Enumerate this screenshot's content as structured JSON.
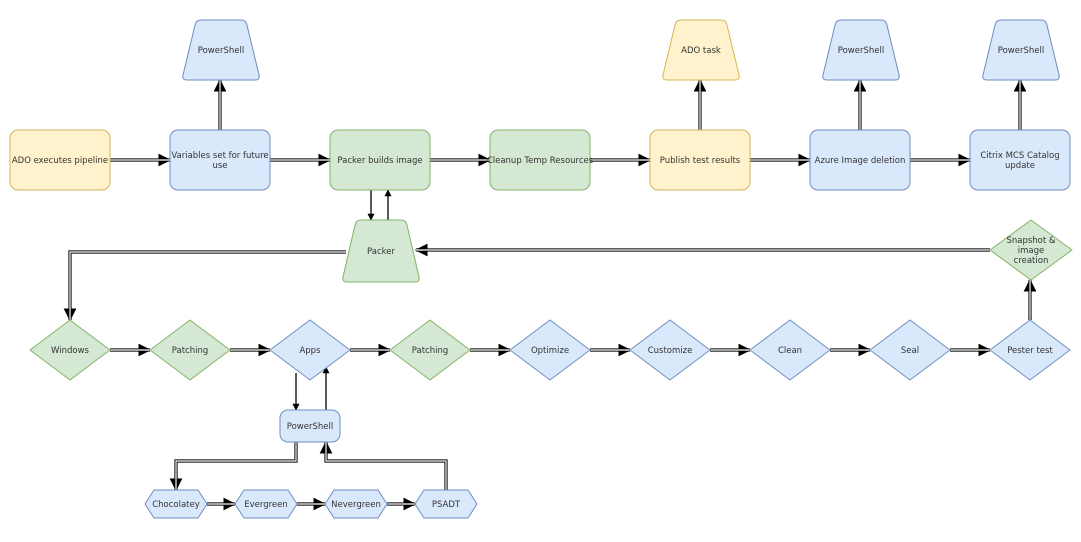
{
  "colors": {
    "yellow_fill": "#fff2cc",
    "yellow_stroke": "#d6b656",
    "blue_fill": "#dae8fc",
    "blue_stroke": "#6c8ebf",
    "green_fill": "#d5e8d4",
    "green_stroke": "#82b366"
  },
  "nodes": [
    {
      "id": "ado-executes",
      "text": "ADO executes pipeline",
      "shape": "rect",
      "color": "yellow"
    },
    {
      "id": "variables-set",
      "text": "Variables set for future use",
      "shape": "rect",
      "color": "blue"
    },
    {
      "id": "packer-builds",
      "text": "Packer builds image",
      "shape": "rect",
      "color": "green"
    },
    {
      "id": "cleanup",
      "text": "Cleanup Temp Resources",
      "shape": "rect",
      "color": "green"
    },
    {
      "id": "publish-test",
      "text": "Publish test results",
      "shape": "rect",
      "color": "yellow"
    },
    {
      "id": "azure-deletion",
      "text": "Azure Image deletion",
      "shape": "rect",
      "color": "blue"
    },
    {
      "id": "citrix-mcs",
      "text": "Citrix MCS Catalog update",
      "shape": "rect",
      "color": "blue"
    },
    {
      "id": "ps-variables",
      "text": "PowerShell",
      "shape": "trapezoid",
      "color": "blue"
    },
    {
      "id": "ado-task",
      "text": "ADO task",
      "shape": "trapezoid",
      "color": "yellow"
    },
    {
      "id": "ps-azure",
      "text": "PowerShell",
      "shape": "trapezoid",
      "color": "blue"
    },
    {
      "id": "ps-citrix",
      "text": "PowerShell",
      "shape": "trapezoid",
      "color": "blue"
    },
    {
      "id": "packer",
      "text": "Packer",
      "shape": "trapezoid",
      "color": "green"
    },
    {
      "id": "snapshot",
      "text": "Snapshot & image creation",
      "shape": "diamond",
      "color": "green"
    },
    {
      "id": "windows",
      "text": "Windows",
      "shape": "diamond",
      "color": "green"
    },
    {
      "id": "patching-1",
      "text": "Patching",
      "shape": "diamond",
      "color": "green"
    },
    {
      "id": "apps",
      "text": "Apps",
      "shape": "diamond",
      "color": "blue"
    },
    {
      "id": "patching-2",
      "text": "Patching",
      "shape": "diamond",
      "color": "green"
    },
    {
      "id": "optimize",
      "text": "Optimize",
      "shape": "diamond",
      "color": "blue"
    },
    {
      "id": "customize",
      "text": "Customize",
      "shape": "diamond",
      "color": "blue"
    },
    {
      "id": "clean",
      "text": "Clean",
      "shape": "diamond",
      "color": "blue"
    },
    {
      "id": "seal",
      "text": "Seal",
      "shape": "diamond",
      "color": "blue"
    },
    {
      "id": "pester",
      "text": "Pester test",
      "shape": "diamond",
      "color": "blue"
    },
    {
      "id": "ps-apps",
      "text": "PowerShell",
      "shape": "rect",
      "color": "blue"
    },
    {
      "id": "chocolatey",
      "text": "Chocolatey",
      "shape": "hexagon",
      "color": "blue"
    },
    {
      "id": "evergreen",
      "text": "Evergreen",
      "shape": "hexagon",
      "color": "blue"
    },
    {
      "id": "nevergreen",
      "text": "Nevergreen",
      "shape": "hexagon",
      "color": "blue"
    },
    {
      "id": "psadt",
      "text": "PSADT",
      "shape": "hexagon",
      "color": "blue"
    }
  ],
  "edges": [
    {
      "from": "ado-executes",
      "to": "variables-set",
      "style": "double"
    },
    {
      "from": "variables-set",
      "to": "ps-variables",
      "style": "double"
    },
    {
      "from": "variables-set",
      "to": "packer-builds",
      "style": "double"
    },
    {
      "from": "packer-builds",
      "to": "cleanup",
      "style": "double"
    },
    {
      "from": "cleanup",
      "to": "publish-test",
      "style": "double"
    },
    {
      "from": "publish-test",
      "to": "ado-task",
      "style": "double"
    },
    {
      "from": "publish-test",
      "to": "azure-deletion",
      "style": "double"
    },
    {
      "from": "azure-deletion",
      "to": "ps-azure",
      "style": "double"
    },
    {
      "from": "azure-deletion",
      "to": "citrix-mcs",
      "style": "double"
    },
    {
      "from": "citrix-mcs",
      "to": "ps-citrix",
      "style": "double"
    },
    {
      "from": "packer-builds",
      "to": "packer",
      "style": "single"
    },
    {
      "from": "packer",
      "to": "packer-builds",
      "style": "single"
    },
    {
      "from": "snapshot",
      "to": "packer",
      "style": "double"
    },
    {
      "from": "packer",
      "to": "windows",
      "style": "double"
    },
    {
      "from": "windows",
      "to": "patching-1",
      "style": "double"
    },
    {
      "from": "patching-1",
      "to": "apps",
      "style": "double"
    },
    {
      "from": "apps",
      "to": "patching-2",
      "style": "double"
    },
    {
      "from": "patching-2",
      "to": "optimize",
      "style": "double"
    },
    {
      "from": "optimize",
      "to": "customize",
      "style": "double"
    },
    {
      "from": "customize",
      "to": "clean",
      "style": "double"
    },
    {
      "from": "clean",
      "to": "seal",
      "style": "double"
    },
    {
      "from": "seal",
      "to": "pester",
      "style": "double"
    },
    {
      "from": "pester",
      "to": "snapshot",
      "style": "double"
    },
    {
      "from": "apps",
      "to": "ps-apps",
      "style": "single"
    },
    {
      "from": "ps-apps",
      "to": "apps",
      "style": "single"
    },
    {
      "from": "ps-apps",
      "to": "chocolatey",
      "style": "double"
    },
    {
      "from": "psadt",
      "to": "ps-apps",
      "style": "double"
    },
    {
      "from": "chocolatey",
      "to": "evergreen",
      "style": "double"
    },
    {
      "from": "evergreen",
      "to": "nevergreen",
      "style": "double"
    },
    {
      "from": "nevergreen",
      "to": "psadt",
      "style": "double"
    }
  ]
}
